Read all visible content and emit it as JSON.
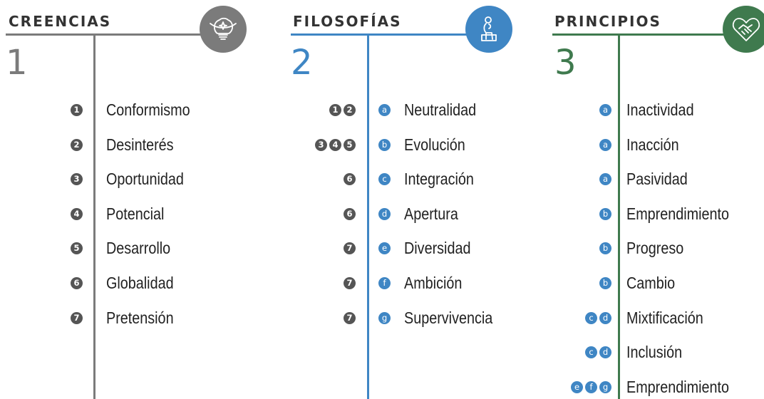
{
  "colors": {
    "c1": "#7b7b7b",
    "c2": "#3f86c4",
    "c3": "#3f7a4e"
  },
  "columns": [
    {
      "title": "CREENCIAS",
      "number": "1",
      "icon": "lightbulb-brain-icon",
      "items": [
        {
          "label": "Conformismo",
          "refs": [
            "1"
          ]
        },
        {
          "label": "Desinterés",
          "refs": [
            "2"
          ]
        },
        {
          "label": "Oportunidad",
          "refs": [
            "3"
          ]
        },
        {
          "label": "Potencial",
          "refs": [
            "4"
          ]
        },
        {
          "label": "Desarrollo",
          "refs": [
            "5"
          ]
        },
        {
          "label": "Globalidad",
          "refs": [
            "6"
          ]
        },
        {
          "label": "Pretensión",
          "refs": [
            "7"
          ]
        }
      ]
    },
    {
      "title": "FILOSOFÍAS",
      "number": "2",
      "icon": "thinker-icon",
      "items": [
        {
          "label": "Neutralidad",
          "refs": [
            "1",
            "2"
          ],
          "letter": "a"
        },
        {
          "label": "Evolución",
          "refs": [
            "3",
            "4",
            "5"
          ],
          "letter": "b"
        },
        {
          "label": "Integración",
          "refs": [
            "6"
          ],
          "letter": "c"
        },
        {
          "label": "Apertura",
          "refs": [
            "6"
          ],
          "letter": "d"
        },
        {
          "label": "Diversidad",
          "refs": [
            "7"
          ],
          "letter": "e"
        },
        {
          "label": "Ambición",
          "refs": [
            "7"
          ],
          "letter": "f"
        },
        {
          "label": "Supervivencia",
          "refs": [
            "7"
          ],
          "letter": "g"
        }
      ]
    },
    {
      "title": "PRINCIPIOS",
      "number": "3",
      "icon": "handshake-heart-icon",
      "items": [
        {
          "label": "Inactividad",
          "refs": [
            "a"
          ]
        },
        {
          "label": "Inacción",
          "refs": [
            "a"
          ]
        },
        {
          "label": "Pasividad",
          "refs": [
            "a"
          ]
        },
        {
          "label": "Emprendimiento",
          "refs": [
            "b"
          ]
        },
        {
          "label": "Progreso",
          "refs": [
            "b"
          ]
        },
        {
          "label": "Cambio",
          "refs": [
            "b"
          ]
        },
        {
          "label": "Mixtificación",
          "refs": [
            "c",
            "d"
          ]
        },
        {
          "label": "Inclusión",
          "refs": [
            "c",
            "d"
          ]
        },
        {
          "label": "Emprendimiento",
          "refs": [
            "e",
            "f",
            "g"
          ]
        }
      ]
    }
  ]
}
